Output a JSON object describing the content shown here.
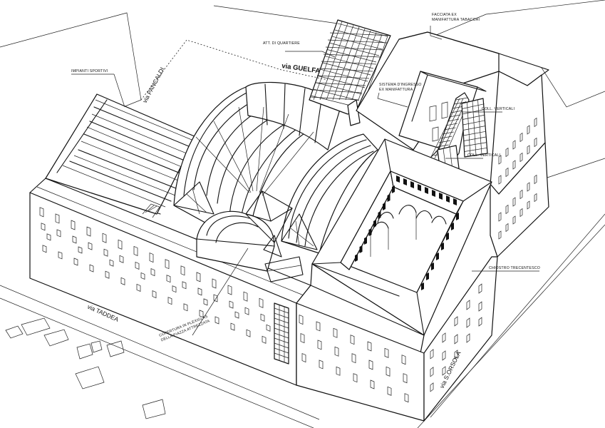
{
  "labels": {
    "facciata_line1": "FACCIATA EX",
    "facciata_line2": "MANIFATTURA TABACCHI",
    "att_quartiere": "ATT. DI QUARTIERE",
    "impianti_sportivi": "IMPIANTI SPORTIVI",
    "sistema_line1": "SISTEMA D'INGRESSO",
    "sistema_line2": "EX MANIFATTURA",
    "coll_verticali_1": "COLL. VERTICALI",
    "coll_verticali_2": "COLL. VERTICALI",
    "chiostro": "CHIOSTRO TRECENTESCO",
    "copertura_line1": "COPERTURA IN PLEXIGLAS",
    "copertura_line2": "DELLA PIAZZA ATTREZZATA"
  },
  "streets": {
    "via_guelfa": "via GUELFA",
    "via_pancaldi": "via PANCALDI",
    "via_taddea": "via TADDEA",
    "via_sorsola": "via S.ORSOLA"
  }
}
